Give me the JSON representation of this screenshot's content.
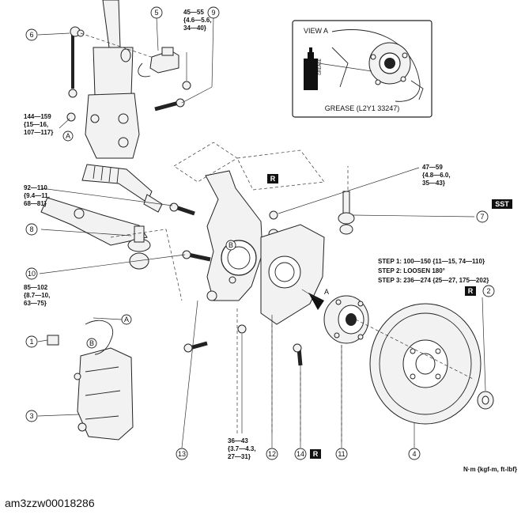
{
  "callouts": {
    "c1": "1",
    "c2": "2",
    "c3": "3",
    "c4": "4",
    "c5": "5",
    "c6": "6",
    "c7": "7",
    "c8": "8",
    "c9": "9",
    "c10": "10",
    "c11": "11",
    "c12": "12",
    "c13": "13",
    "c14": "14"
  },
  "torques": {
    "t45": [
      "45—55",
      "{4.6—5.6,",
      "34—40}"
    ],
    "t144": [
      "144—159",
      "{15—16,",
      "107—117}"
    ],
    "t92": [
      "92—110",
      "{9.4—11,",
      "68—81}"
    ],
    "t85": [
      "85—102",
      "{8.7—10,",
      "63—75}"
    ],
    "t47": [
      "47—59",
      "{4.8—6.0,",
      "35—43}"
    ],
    "t36": [
      "36—43",
      "{3.7—4.3,",
      "27—31}"
    ]
  },
  "steps": [
    "STEP 1: 100—150 {11—15, 74—110}",
    "STEP 2: LOOSEN 180°",
    "STEP 3: 236—274 {25—27, 175—202}"
  ],
  "markers": {
    "A": "A",
    "B": "B",
    "R": "R",
    "SST": "SST"
  },
  "view_a": {
    "title": "VIEW A",
    "grease_label": "GREASE (L2Y1 33247)",
    "tube_label": "GREASE"
  },
  "units": "N·m {kgf-m, ft-lbf}",
  "doc_id": "am3zzw00018286"
}
